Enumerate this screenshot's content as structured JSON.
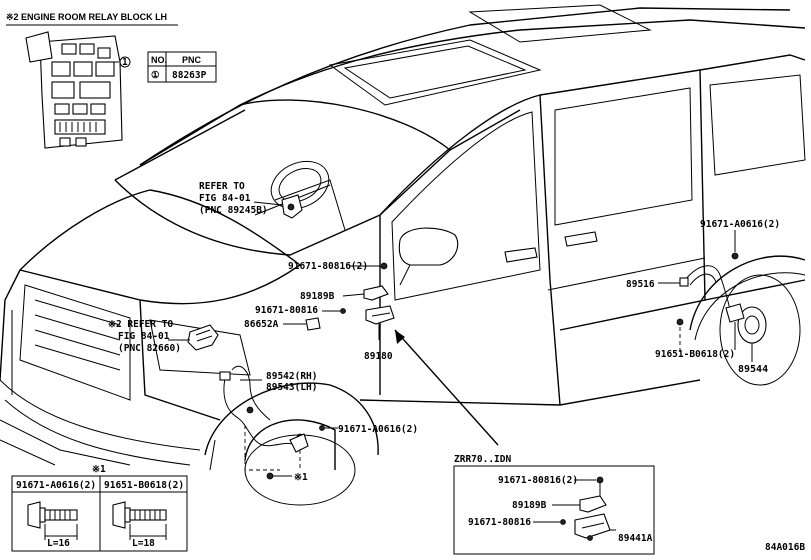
{
  "relay_block": {
    "title": "※2 ENGINE ROOM RELAY BLOCK LH",
    "callout": "1",
    "table_headers": [
      "NO.",
      "PNC"
    ],
    "table_row": {
      "no": "①",
      "pnc": "88263P"
    }
  },
  "callouts": {
    "refer_steering": [
      "REFER TO",
      "FIG 84-01",
      "(PNC 89245B)"
    ],
    "refer_relay": [
      "※2 REFER TO",
      "FIG 84-01",
      "(PNC 82660)"
    ],
    "bolt_upper": "91671-80816(2)",
    "p89189b": "89189B",
    "bolt_mid": "91671-80816",
    "p86652a": "86652A",
    "p89180": "89180",
    "p89542": "89542(RH)",
    "p89543": "89543(LH)",
    "bolt_front": "91671-A0616(2)",
    "ref_x1": "※1",
    "rear_bolt": "91671-A0616(2)",
    "p89516": "89516",
    "rear_bolt2": "91651-B0618(2)",
    "p89544": "89544"
  },
  "fastener_table": {
    "note": "※1",
    "left": {
      "pnc": "91671-A0616(2)",
      "length": "L=16"
    },
    "right": {
      "pnc": "91651-B0618(2)",
      "length": "L=18"
    }
  },
  "inset": {
    "title": "ZRR70..IDN",
    "bolt_a": "91671-80816(2)",
    "part_a": "89189B",
    "bolt_b": "91671-80816",
    "part_b": "89441A"
  },
  "figure_code": "84A016B"
}
